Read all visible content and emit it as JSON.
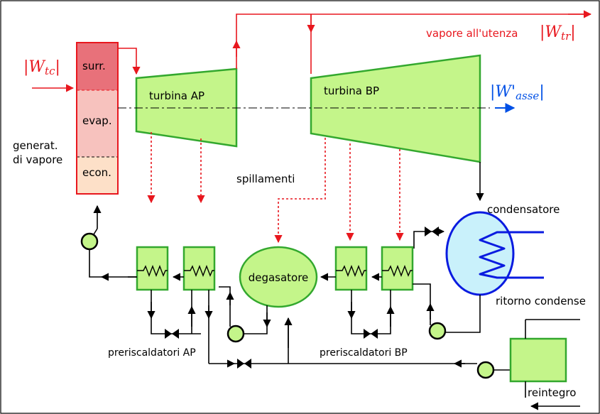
{
  "labels": {
    "w_tc": "|Wtc|",
    "w_tc_main": "W",
    "w_tc_sub": "tc",
    "w_tr_main": "W",
    "w_tr_sub": "tr",
    "w_asse_main": "W'",
    "w_asse_sub": "asse",
    "vapore_utenza": "vapore all'utenza",
    "surr": "surr.",
    "evap": "evap.",
    "econ": "econ.",
    "generat_1": "generat.",
    "generat_2": "di vapore",
    "turbina_ap": "turbina AP",
    "turbina_bp": "turbina BP",
    "spillamenti": "spillamenti",
    "condensatore": "condensatore",
    "degasatore": "degasatore",
    "ritorno_condense": "ritorno condense",
    "preriscaldatori_ap": "preriscaldatori AP",
    "preriscaldatori_bp": "preriscaldatori BP",
    "reintegro": "reintegro"
  },
  "colors": {
    "flow_steam": "#e8171e",
    "flow_water": "#000000",
    "work_arrow": "#0050e6",
    "turbine_fill": "#c4f58a",
    "turbine_stroke": "#33a82e",
    "condenser_fill": "#c9f1fb",
    "condenser_stroke": "#0a1be0",
    "superheater": "#e8717a",
    "evaporator": "#f7c2be",
    "economizer": "#fde0c8"
  }
}
